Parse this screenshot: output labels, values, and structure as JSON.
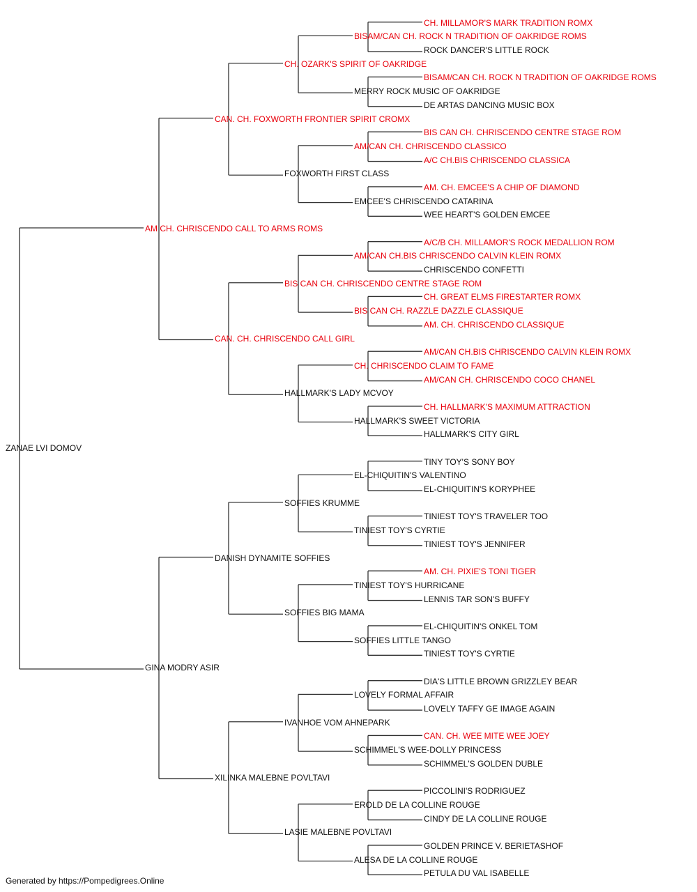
{
  "colors": {
    "champion": "#e8000b",
    "regular": "#111111",
    "line": "#333333"
  },
  "pedigree": {
    "name": "ZANAE LVI DOMOV",
    "champion": false,
    "sire": {
      "name": "AM CH. CHRISCENDO CALL TO ARMS ROMS",
      "champion": true,
      "sire": {
        "name": "CAN. CH. FOXWORTH FRONTIER SPIRIT CROMX",
        "champion": true,
        "sire": {
          "name": "CH. OZARK'S SPIRIT OF OAKRIDGE",
          "champion": true,
          "sire": {
            "name": "BISAM/CAN CH. ROCK N TRADITION OF OAKRIDGE ROMS",
            "champion": true,
            "sire": {
              "name": "CH. MILLAMOR'S MARK TRADITION ROMX",
              "champion": true
            },
            "dam": {
              "name": "ROCK DANCER'S LITTLE ROCK",
              "champion": false
            }
          },
          "dam": {
            "name": "MERRY ROCK MUSIC OF OAKRIDGE",
            "champion": false,
            "sire": {
              "name": "BISAM/CAN CH. ROCK N TRADITION OF OAKRIDGE ROMS",
              "champion": true
            },
            "dam": {
              "name": "DE ARTAS DANCING MUSIC BOX",
              "champion": false
            }
          }
        },
        "dam": {
          "name": "FOXWORTH FIRST CLASS",
          "champion": false,
          "sire": {
            "name": "AM/CAN CH. CHRISCENDO CLASSICO",
            "champion": true,
            "sire": {
              "name": "BIS CAN CH. CHRISCENDO CENTRE STAGE ROM",
              "champion": true
            },
            "dam": {
              "name": "A/C CH.BIS CHRISCENDO CLASSICA",
              "champion": true
            }
          },
          "dam": {
            "name": "EMCEE'S CHRISCENDO CATARINA",
            "champion": false,
            "sire": {
              "name": "AM. CH. EMCEE'S A CHIP OF DIAMOND",
              "champion": true
            },
            "dam": {
              "name": "WEE HEART'S GOLDEN EMCEE",
              "champion": false
            }
          }
        }
      },
      "dam": {
        "name": "CAN. CH. CHRISCENDO CALL GIRL",
        "champion": true,
        "sire": {
          "name": "BIS CAN CH. CHRISCENDO CENTRE STAGE ROM",
          "champion": true,
          "sire": {
            "name": "AM/CAN CH.BIS CHRISCENDO CALVIN KLEIN ROMX",
            "champion": true,
            "sire": {
              "name": "A/C/B CH. MILLAMOR'S ROCK MEDALLION ROM",
              "champion": true
            },
            "dam": {
              "name": "CHRISCENDO CONFETTI",
              "champion": false
            }
          },
          "dam": {
            "name": "BIS CAN CH. RAZZLE DAZZLE CLASSIQUE",
            "champion": true,
            "sire": {
              "name": "CH. GREAT ELMS FIRESTARTER ROMX",
              "champion": true
            },
            "dam": {
              "name": "AM. CH. CHRISCENDO CLASSIQUE",
              "champion": true
            }
          }
        },
        "dam": {
          "name": "HALLMARK'S LADY MCVOY",
          "champion": false,
          "sire": {
            "name": "CH. CHRISCENDO CLAIM TO FAME",
            "champion": true,
            "sire": {
              "name": "AM/CAN CH.BIS CHRISCENDO CALVIN KLEIN ROMX",
              "champion": true
            },
            "dam": {
              "name": "AM/CAN CH. CHRISCENDO COCO CHANEL",
              "champion": true
            }
          },
          "dam": {
            "name": "HALLMARK'S SWEET VICTORIA",
            "champion": false,
            "sire": {
              "name": "CH. HALLMARK'S MAXIMUM ATTRACTION",
              "champion": true
            },
            "dam": {
              "name": "HALLMARK'S CITY GIRL",
              "champion": false
            }
          }
        }
      }
    },
    "dam": {
      "name": "GINA MODRY ASIR",
      "champion": false,
      "sire": {
        "name": "DANISH DYNAMITE SOFFIES",
        "champion": false,
        "sire": {
          "name": "SOFFIES KRUMME",
          "champion": false,
          "sire": {
            "name": "EL-CHIQUITIN'S VALENTINO",
            "champion": false,
            "sire": {
              "name": "TINY TOY'S SONY BOY",
              "champion": false
            },
            "dam": {
              "name": "EL-CHIQUITIN'S KORYPHEE",
              "champion": false
            }
          },
          "dam": {
            "name": "TINIEST TOY'S CYRTIE",
            "champion": false,
            "sire": {
              "name": "TINIEST TOY'S TRAVELER TOO",
              "champion": false
            },
            "dam": {
              "name": "TINIEST TOY'S JENNIFER",
              "champion": false
            }
          }
        },
        "dam": {
          "name": "SOFFIES BIG MAMA",
          "champion": false,
          "sire": {
            "name": "TINIEST TOY'S HURRICANE",
            "champion": false,
            "sire": {
              "name": "AM. CH. PIXIE'S TONI TIGER",
              "champion": true
            },
            "dam": {
              "name": "LENNIS TAR SON'S BUFFY",
              "champion": false
            }
          },
          "dam": {
            "name": "SOFFIES LITTLE TANGO",
            "champion": false,
            "sire": {
              "name": "EL-CHIQUITIN'S ONKEL TOM",
              "champion": false
            },
            "dam": {
              "name": "TINIEST TOY'S CYRTIE",
              "champion": false
            }
          }
        }
      },
      "dam": {
        "name": "XILINKA MALEBNE POVLTAVI",
        "champion": false,
        "sire": {
          "name": "IVANHOE VOM AHNEPARK",
          "champion": false,
          "sire": {
            "name": "LOVELY FORMAL AFFAIR",
            "champion": false,
            "sire": {
              "name": "DIA'S LITTLE BROWN GRIZZLEY BEAR",
              "champion": false
            },
            "dam": {
              "name": "LOVELY TAFFY GE IMAGE AGAIN",
              "champion": false
            }
          },
          "dam": {
            "name": "SCHIMMEL'S WEE-DOLLY PRINCESS",
            "champion": false,
            "sire": {
              "name": "CAN. CH. WEE MITE WEE JOEY",
              "champion": true
            },
            "dam": {
              "name": "SCHIMMEL'S GOLDEN DUBLE",
              "champion": false
            }
          }
        },
        "dam": {
          "name": "LASIE MALEBNE POVLTAVI",
          "champion": false,
          "sire": {
            "name": "EROLD DE LA COLLINE ROUGE",
            "champion": false,
            "sire": {
              "name": "PICCOLINI'S RODRIGUEZ",
              "champion": false
            },
            "dam": {
              "name": "CINDY DE LA COLLINE ROUGE",
              "champion": false
            }
          },
          "dam": {
            "name": "ALESA DE LA COLLINE ROUGE",
            "champion": false,
            "sire": {
              "name": "GOLDEN PRINCE V. BERIETASHOF",
              "champion": false
            },
            "dam": {
              "name": "PETULA DU VAL ISABELLE",
              "champion": false
            }
          }
        }
      }
    }
  },
  "footer": "Generated by https://Pompedigrees.Online"
}
